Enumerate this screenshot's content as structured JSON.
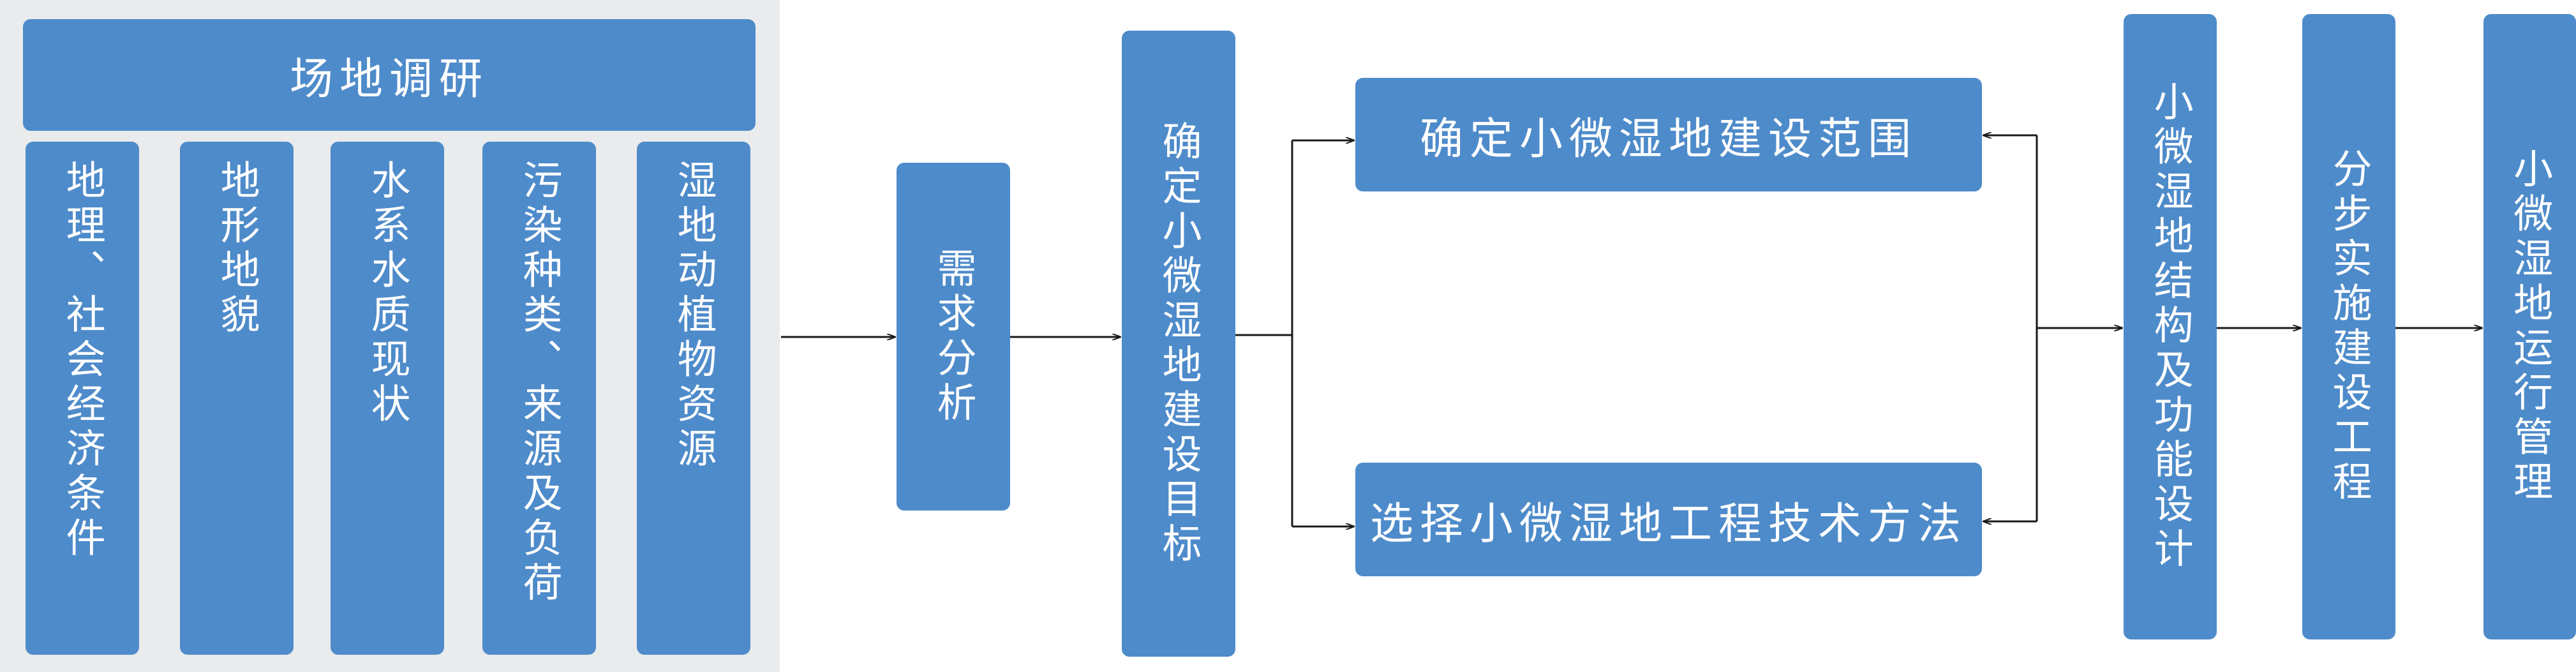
{
  "survey": {
    "title": "场地调研",
    "factors": [
      "地理、社会经济条件",
      "地形地貌",
      "水系水质现状",
      "污染种类、来源及负荷",
      "湿地动植物资源"
    ]
  },
  "demand_analysis": "需求分析",
  "goal": "确定小微湿地建设目标",
  "scope": "确定小微湿地建设范围",
  "tech": "选择小微湿地工程技术方法",
  "design": "小微湿地结构及功能设计",
  "build": "分步实施建设工程",
  "operate": "小微湿地运行管理",
  "colors": {
    "box": "#4e8bca",
    "panel": "#e9ebec",
    "line": "#1a1a1a",
    "text": "#ffffff"
  }
}
